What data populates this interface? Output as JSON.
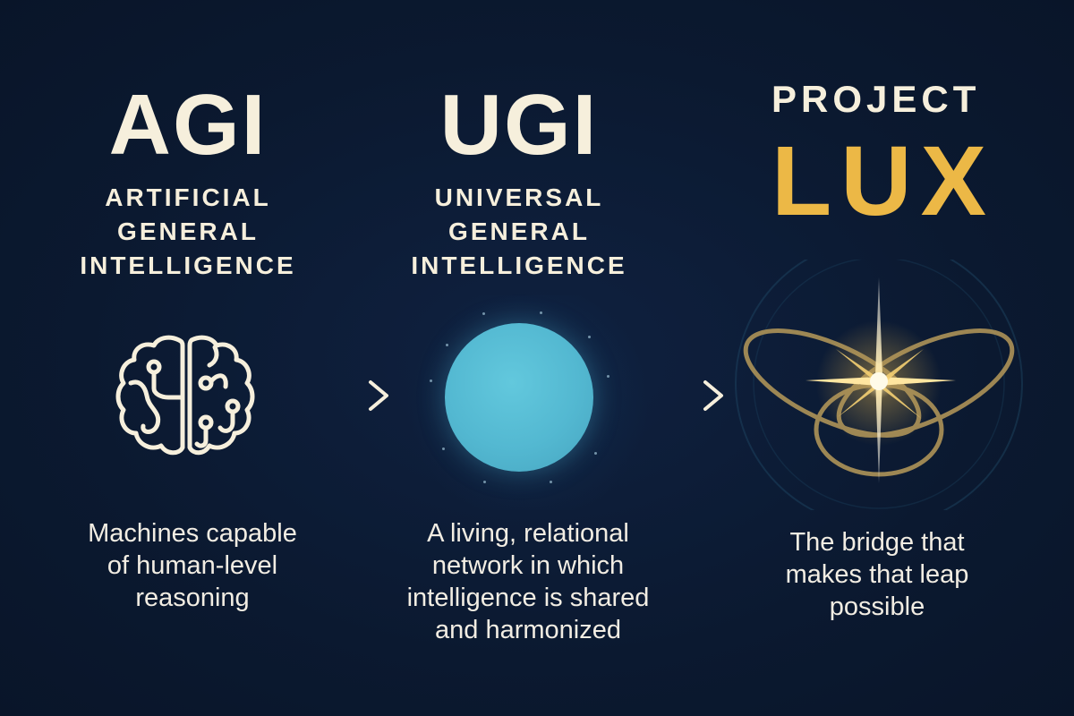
{
  "columns": [
    {
      "acronym": "AGI",
      "fullname_lines": [
        "ARTIFICIAL",
        "GENERAL",
        "INTELLIGENCE"
      ],
      "icon": "brain-circuit-icon",
      "description_lines": [
        "Machines capable",
        "of human-level",
        "reasoning"
      ]
    },
    {
      "acronym": "UGI",
      "fullname_lines": [
        "UNIVERSAL",
        "GENERAL",
        "INTELLIGENCE"
      ],
      "icon": "globe-orb-icon",
      "description_lines": [
        "A living, relational",
        "network in which",
        "intelligence is shared",
        "and harmonized"
      ]
    },
    {
      "label": "PROJECT",
      "name": "LUX",
      "icon": "star-orbit-icon",
      "description_lines": [
        "The bridge that",
        "makes that leap",
        "possible"
      ]
    }
  ],
  "arrows": [
    "arrow-right-icon",
    "arrow-right-icon"
  ],
  "colors": {
    "background": "#0c1a33",
    "text": "#f6efdc",
    "accent_gold": "#ecb846",
    "orb_blue": "#55bbd3"
  }
}
